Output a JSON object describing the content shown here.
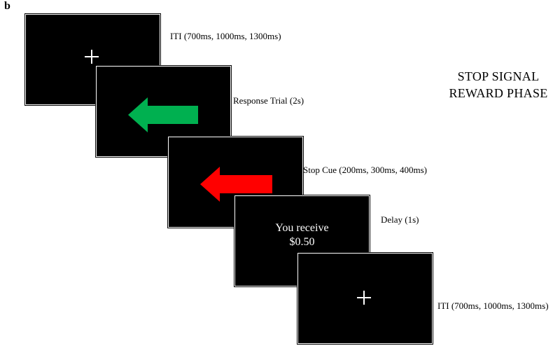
{
  "panel_label": "b",
  "title": {
    "line1": "STOP SIGNAL",
    "line2": "REWARD PHASE"
  },
  "screens": [
    {
      "content": "fixation-cross",
      "label": "ITI (700ms, 1000ms, 1300ms)"
    },
    {
      "content": "arrow-left",
      "arrow_color": "#00b050",
      "label": "Response Trial (2s)"
    },
    {
      "content": "arrow-left",
      "arrow_color": "#ff0000",
      "label": "Stop Cue (200ms, 300ms, 400ms)"
    },
    {
      "content": "message",
      "message_line1": "You receive",
      "message_line2": "$0.50",
      "label": "Delay (1s)"
    },
    {
      "content": "fixation-cross",
      "label": "ITI (700ms, 1000ms, 1300ms)"
    }
  ],
  "colors": {
    "screen_background": "#000000",
    "response_arrow": "#00b050",
    "stop_arrow": "#ff0000",
    "text_on_screen": "#ffffff"
  }
}
